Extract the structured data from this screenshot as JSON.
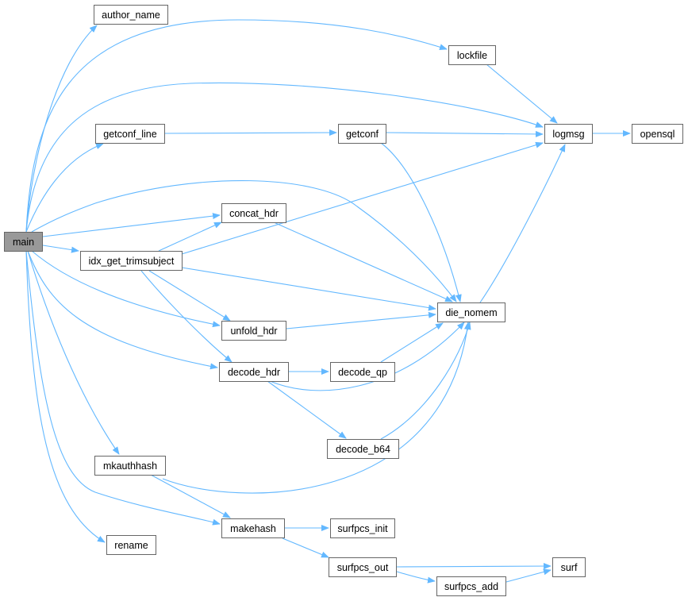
{
  "graph": {
    "type": "call-graph",
    "edge_color": "#63b8ff",
    "root_fill": "#999999",
    "nodes": {
      "main": "main",
      "author_name": "author_name",
      "lockfile": "lockfile",
      "getconf_line": "getconf_line",
      "getconf": "getconf",
      "logmsg": "logmsg",
      "opensql": "opensql",
      "concat_hdr": "concat_hdr",
      "idx_get_trimsubject": "idx_get_trimsubject",
      "die_nomem": "die_nomem",
      "unfold_hdr": "unfold_hdr",
      "decode_hdr": "decode_hdr",
      "decode_qp": "decode_qp",
      "decode_b64": "decode_b64",
      "mkauthhash": "mkauthhash",
      "makehash": "makehash",
      "surfpcs_init": "surfpcs_init",
      "rename": "rename",
      "surfpcs_out": "surfpcs_out",
      "surf": "surf",
      "surfpcs_add": "surfpcs_add"
    },
    "edges": [
      [
        "main",
        "author_name"
      ],
      [
        "main",
        "lockfile"
      ],
      [
        "main",
        "logmsg"
      ],
      [
        "main",
        "getconf_line"
      ],
      [
        "main",
        "die_nomem"
      ],
      [
        "main",
        "concat_hdr"
      ],
      [
        "main",
        "idx_get_trimsubject"
      ],
      [
        "main",
        "unfold_hdr"
      ],
      [
        "main",
        "decode_hdr"
      ],
      [
        "main",
        "mkauthhash"
      ],
      [
        "main",
        "makehash"
      ],
      [
        "main",
        "rename"
      ],
      [
        "getconf_line",
        "getconf"
      ],
      [
        "getconf",
        "logmsg"
      ],
      [
        "getconf",
        "die_nomem"
      ],
      [
        "lockfile",
        "logmsg"
      ],
      [
        "logmsg",
        "opensql"
      ],
      [
        "concat_hdr",
        "die_nomem"
      ],
      [
        "idx_get_trimsubject",
        "concat_hdr"
      ],
      [
        "idx_get_trimsubject",
        "logmsg"
      ],
      [
        "idx_get_trimsubject",
        "die_nomem"
      ],
      [
        "idx_get_trimsubject",
        "unfold_hdr"
      ],
      [
        "idx_get_trimsubject",
        "decode_hdr"
      ],
      [
        "unfold_hdr",
        "die_nomem"
      ],
      [
        "decode_hdr",
        "decode_qp"
      ],
      [
        "decode_hdr",
        "die_nomem"
      ],
      [
        "decode_hdr",
        "decode_b64"
      ],
      [
        "decode_qp",
        "die_nomem"
      ],
      [
        "decode_b64",
        "die_nomem"
      ],
      [
        "die_nomem",
        "logmsg"
      ],
      [
        "mkauthhash",
        "makehash"
      ],
      [
        "mkauthhash",
        "die_nomem"
      ],
      [
        "makehash",
        "surfpcs_init"
      ],
      [
        "makehash",
        "surfpcs_out"
      ],
      [
        "surfpcs_out",
        "surf"
      ],
      [
        "surfpcs_out",
        "surfpcs_add"
      ],
      [
        "surfpcs_add",
        "surf"
      ]
    ]
  }
}
